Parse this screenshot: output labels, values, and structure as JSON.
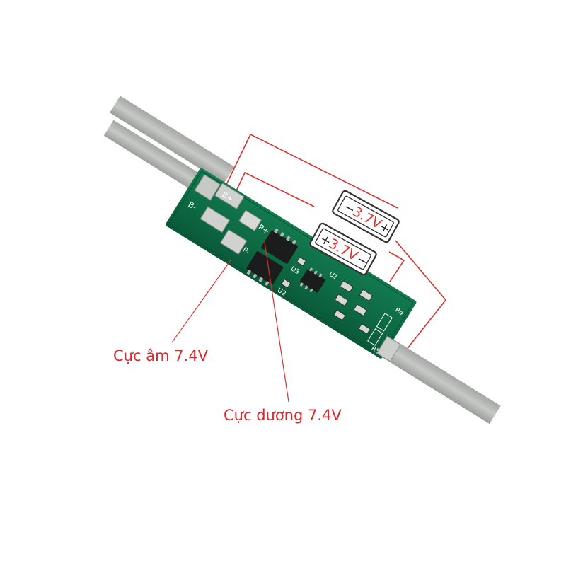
{
  "labels": {
    "negative_terminal": "Cực âm 7.4V",
    "positive_terminal": "Cực dương 7.4V"
  },
  "cells": [
    {
      "voltage_label": "3.7V",
      "left_sign": "−",
      "right_sign": "+"
    },
    {
      "voltage_label": "3.7V",
      "left_sign": "+",
      "right_sign": "−"
    }
  ],
  "board": {
    "pad_labels": {
      "b_plus": "B+",
      "b_minus": "B-",
      "p_plus": "P+",
      "p_minus": "P-"
    },
    "silkscreen": {
      "u1": "U1",
      "u2": "U2",
      "u3": "U3",
      "r4": "R4",
      "r5": "R5"
    }
  },
  "colors": {
    "wire": "#d93030",
    "pcb": "#0f6b45",
    "strip": "#b8bab8",
    "label": "#e0252b"
  }
}
